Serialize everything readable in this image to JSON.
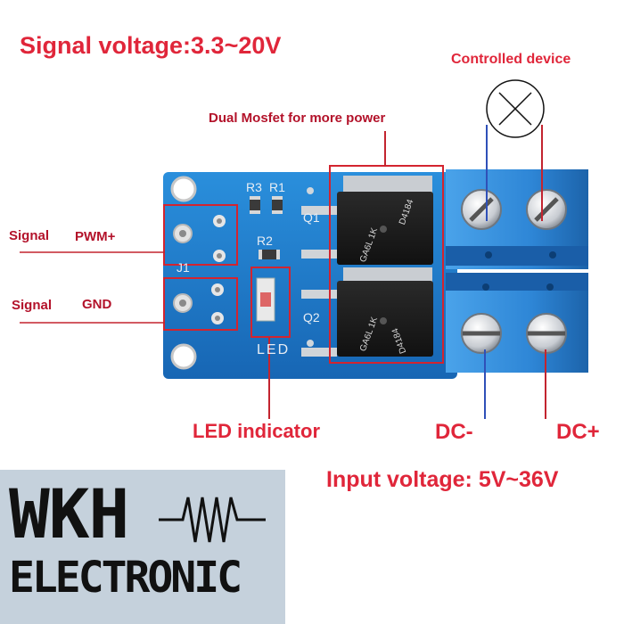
{
  "labels": {
    "signal_voltage": "Signal voltage:3.3~20V",
    "controlled_device": "Controlled device",
    "dual_mosfet": "Dual Mosfet for more power",
    "signal_1": "Signal",
    "pwm_plus": "PWM+",
    "signal_2": "Signal",
    "gnd": "GND",
    "led_indicator": "LED indicator",
    "dc_minus": "DC-",
    "dc_plus": "DC+",
    "input_voltage": "Input voltage: 5V~36V"
  },
  "board": {
    "silk_r3": "R3",
    "silk_r1": "R1",
    "silk_r2": "R2",
    "silk_q1": "Q1",
    "silk_q2": "Q2",
    "silk_j1": "J1",
    "silk_led": "LED",
    "chip_top_line1": "D4184",
    "chip_top_line2": "GA6L 1K",
    "chip_bottom_line1": "D4184",
    "chip_bottom_line2": "GA6L 1K"
  },
  "logo": {
    "line1": "WKH",
    "line2": "ELECTRONIC"
  },
  "colors": {
    "label_red": "#e0263a",
    "pcb_blue": "#1f7fd0",
    "terminal_blue": "#2e8fe0",
    "logo_background": "#c5d1dc"
  }
}
